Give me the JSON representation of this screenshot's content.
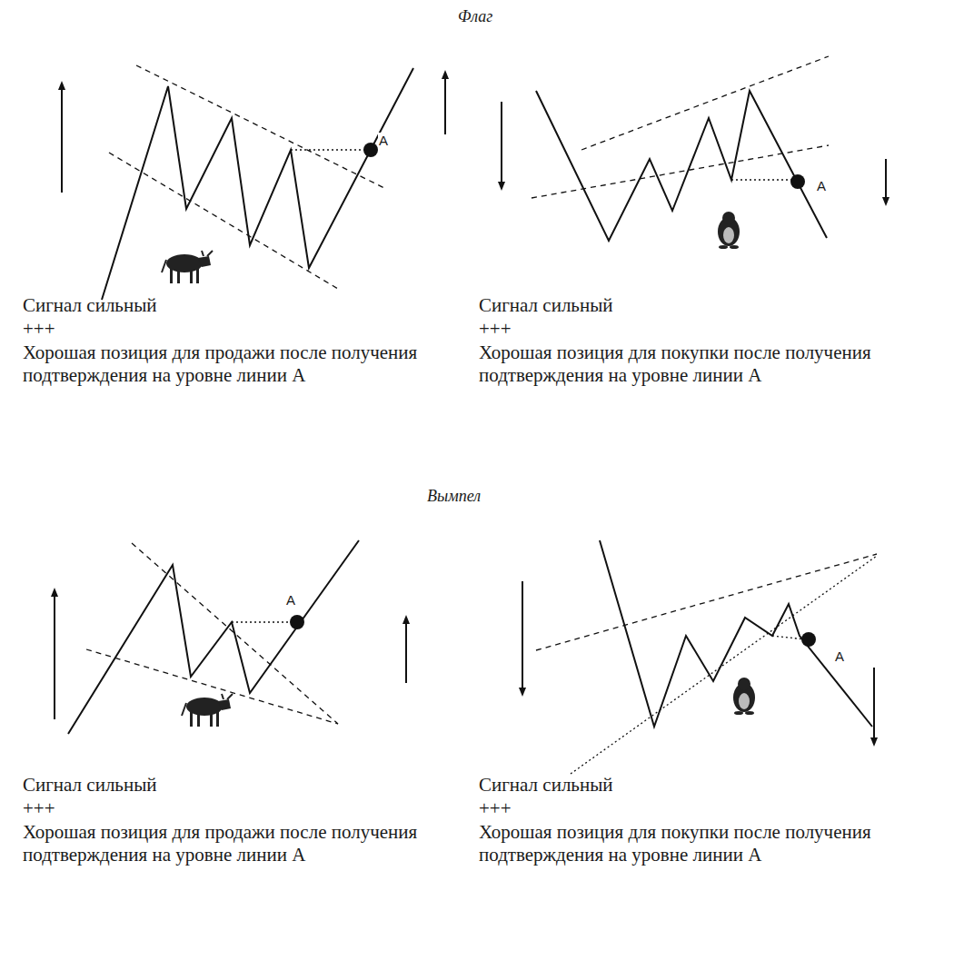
{
  "diagram": {
    "labels": [
      "Флаг",
      "A",
      "A",
      "Сигнал сильный",
      "+++",
      "Хорошая позиция для продажи после получения подтверждения на уровне линии А",
      "Сигнал сильный",
      "+++",
      "Хорошая позиция для покупки после получения подтверждения на уровне линии А",
      "Вымпел",
      "A",
      "A",
      "Сигнал сильный",
      "+++",
      "Хорошая позиция для продажи после получения подтверждения на уровне линии А",
      "Сигнал сильный",
      "+++",
      "Хорошая позиция для покупки после получения подтверждения на уровне линии А"
    ]
  }
}
